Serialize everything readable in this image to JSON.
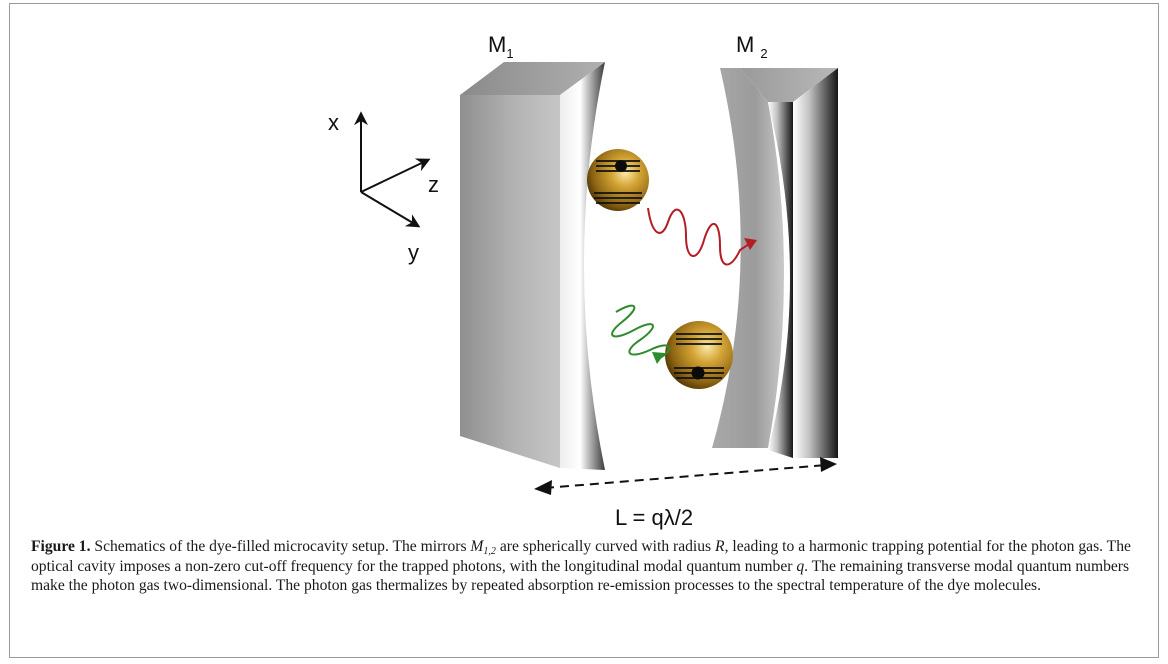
{
  "diagram": {
    "mirror_left_label": {
      "base": "M",
      "sub": "1"
    },
    "mirror_right_label": {
      "base": "M",
      "sub": "2"
    },
    "axes": {
      "x": "x",
      "y": "y",
      "z": "z"
    },
    "cavity_length_label": "L = qλ/2",
    "colors": {
      "emission_wave": "#b51d24",
      "absorption_wave": "#2e8b2e",
      "molecule": "#b8860b"
    }
  },
  "caption": {
    "label": "Figure 1.",
    "t1": "Schematics of the dye-filled microcavity setup. The mirrors",
    "m_base": "M",
    "m_sub": "1,2",
    "t2": "are spherically curved with radius",
    "r": "R",
    "t3": ", leading to a harmonic trapping potential for the photon gas. The optical cavity imposes a non-zero cut-off frequency for the trapped photons, with the longitudinal modal quantum number",
    "q": "q",
    "t4": ". The remaining transverse modal quantum numbers make the photon gas two-dimensional. The photon gas thermalizes by repeated absorption re-emission processes to the spectral temperature of the dye molecules."
  }
}
